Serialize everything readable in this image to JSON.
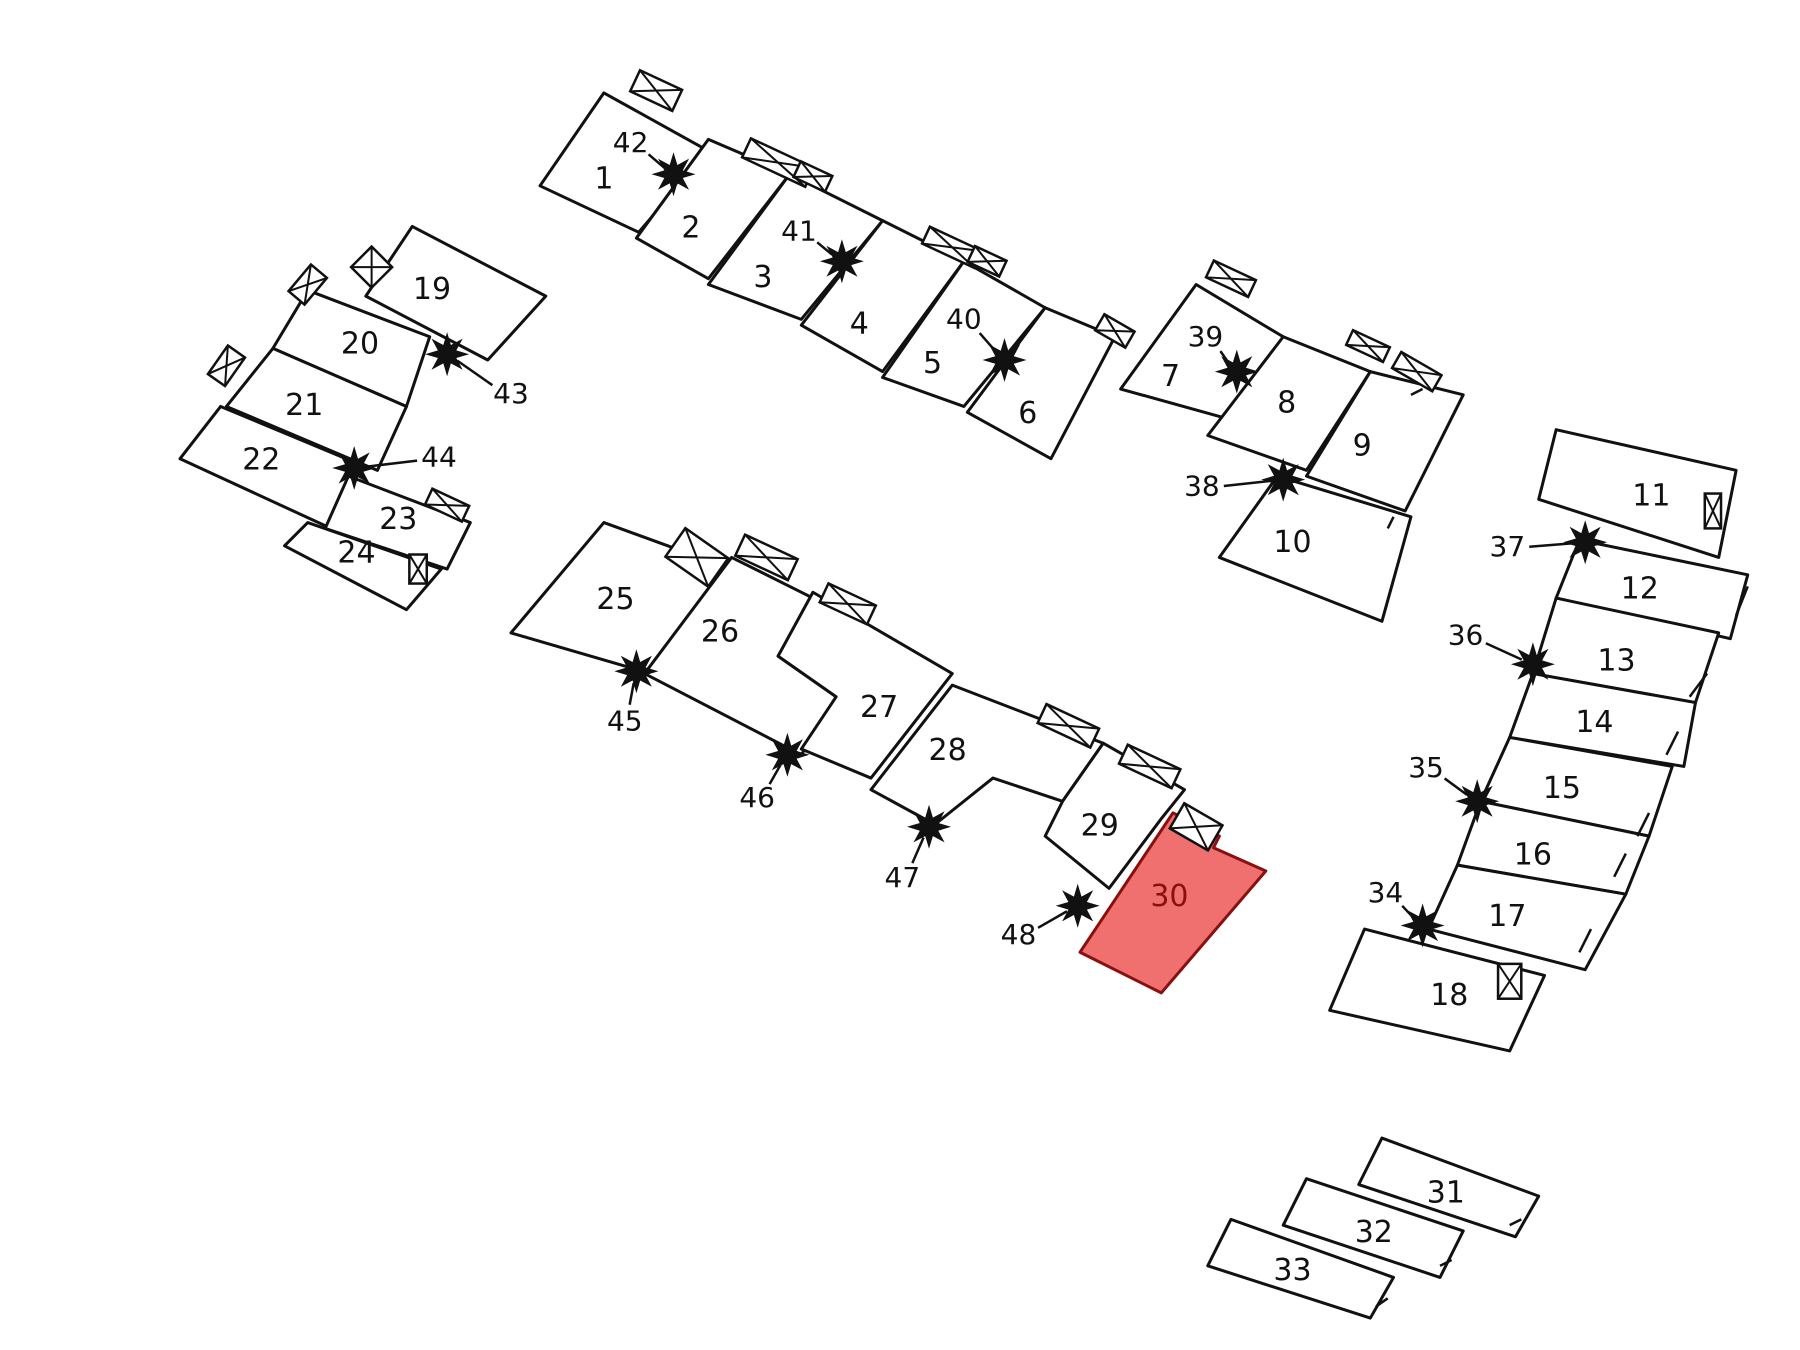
{
  "map": {
    "highlighted_lot": "30",
    "colors": {
      "highlight_fill": "#f07070",
      "highlight_stroke": "#8a1010",
      "line": "#111111",
      "background": "#ffffff"
    },
    "lots": [
      "1",
      "2",
      "3",
      "4",
      "5",
      "6",
      "7",
      "8",
      "9",
      "10",
      "11",
      "12",
      "13",
      "14",
      "15",
      "16",
      "17",
      "18",
      "19",
      "20",
      "21",
      "22",
      "23",
      "24",
      "25",
      "26",
      "27",
      "28",
      "29",
      "30",
      "31",
      "32",
      "33"
    ],
    "nodes": [
      "34",
      "35",
      "36",
      "37",
      "38",
      "39",
      "40",
      "41",
      "42",
      "43",
      "44",
      "45",
      "46",
      "47",
      "48"
    ]
  }
}
